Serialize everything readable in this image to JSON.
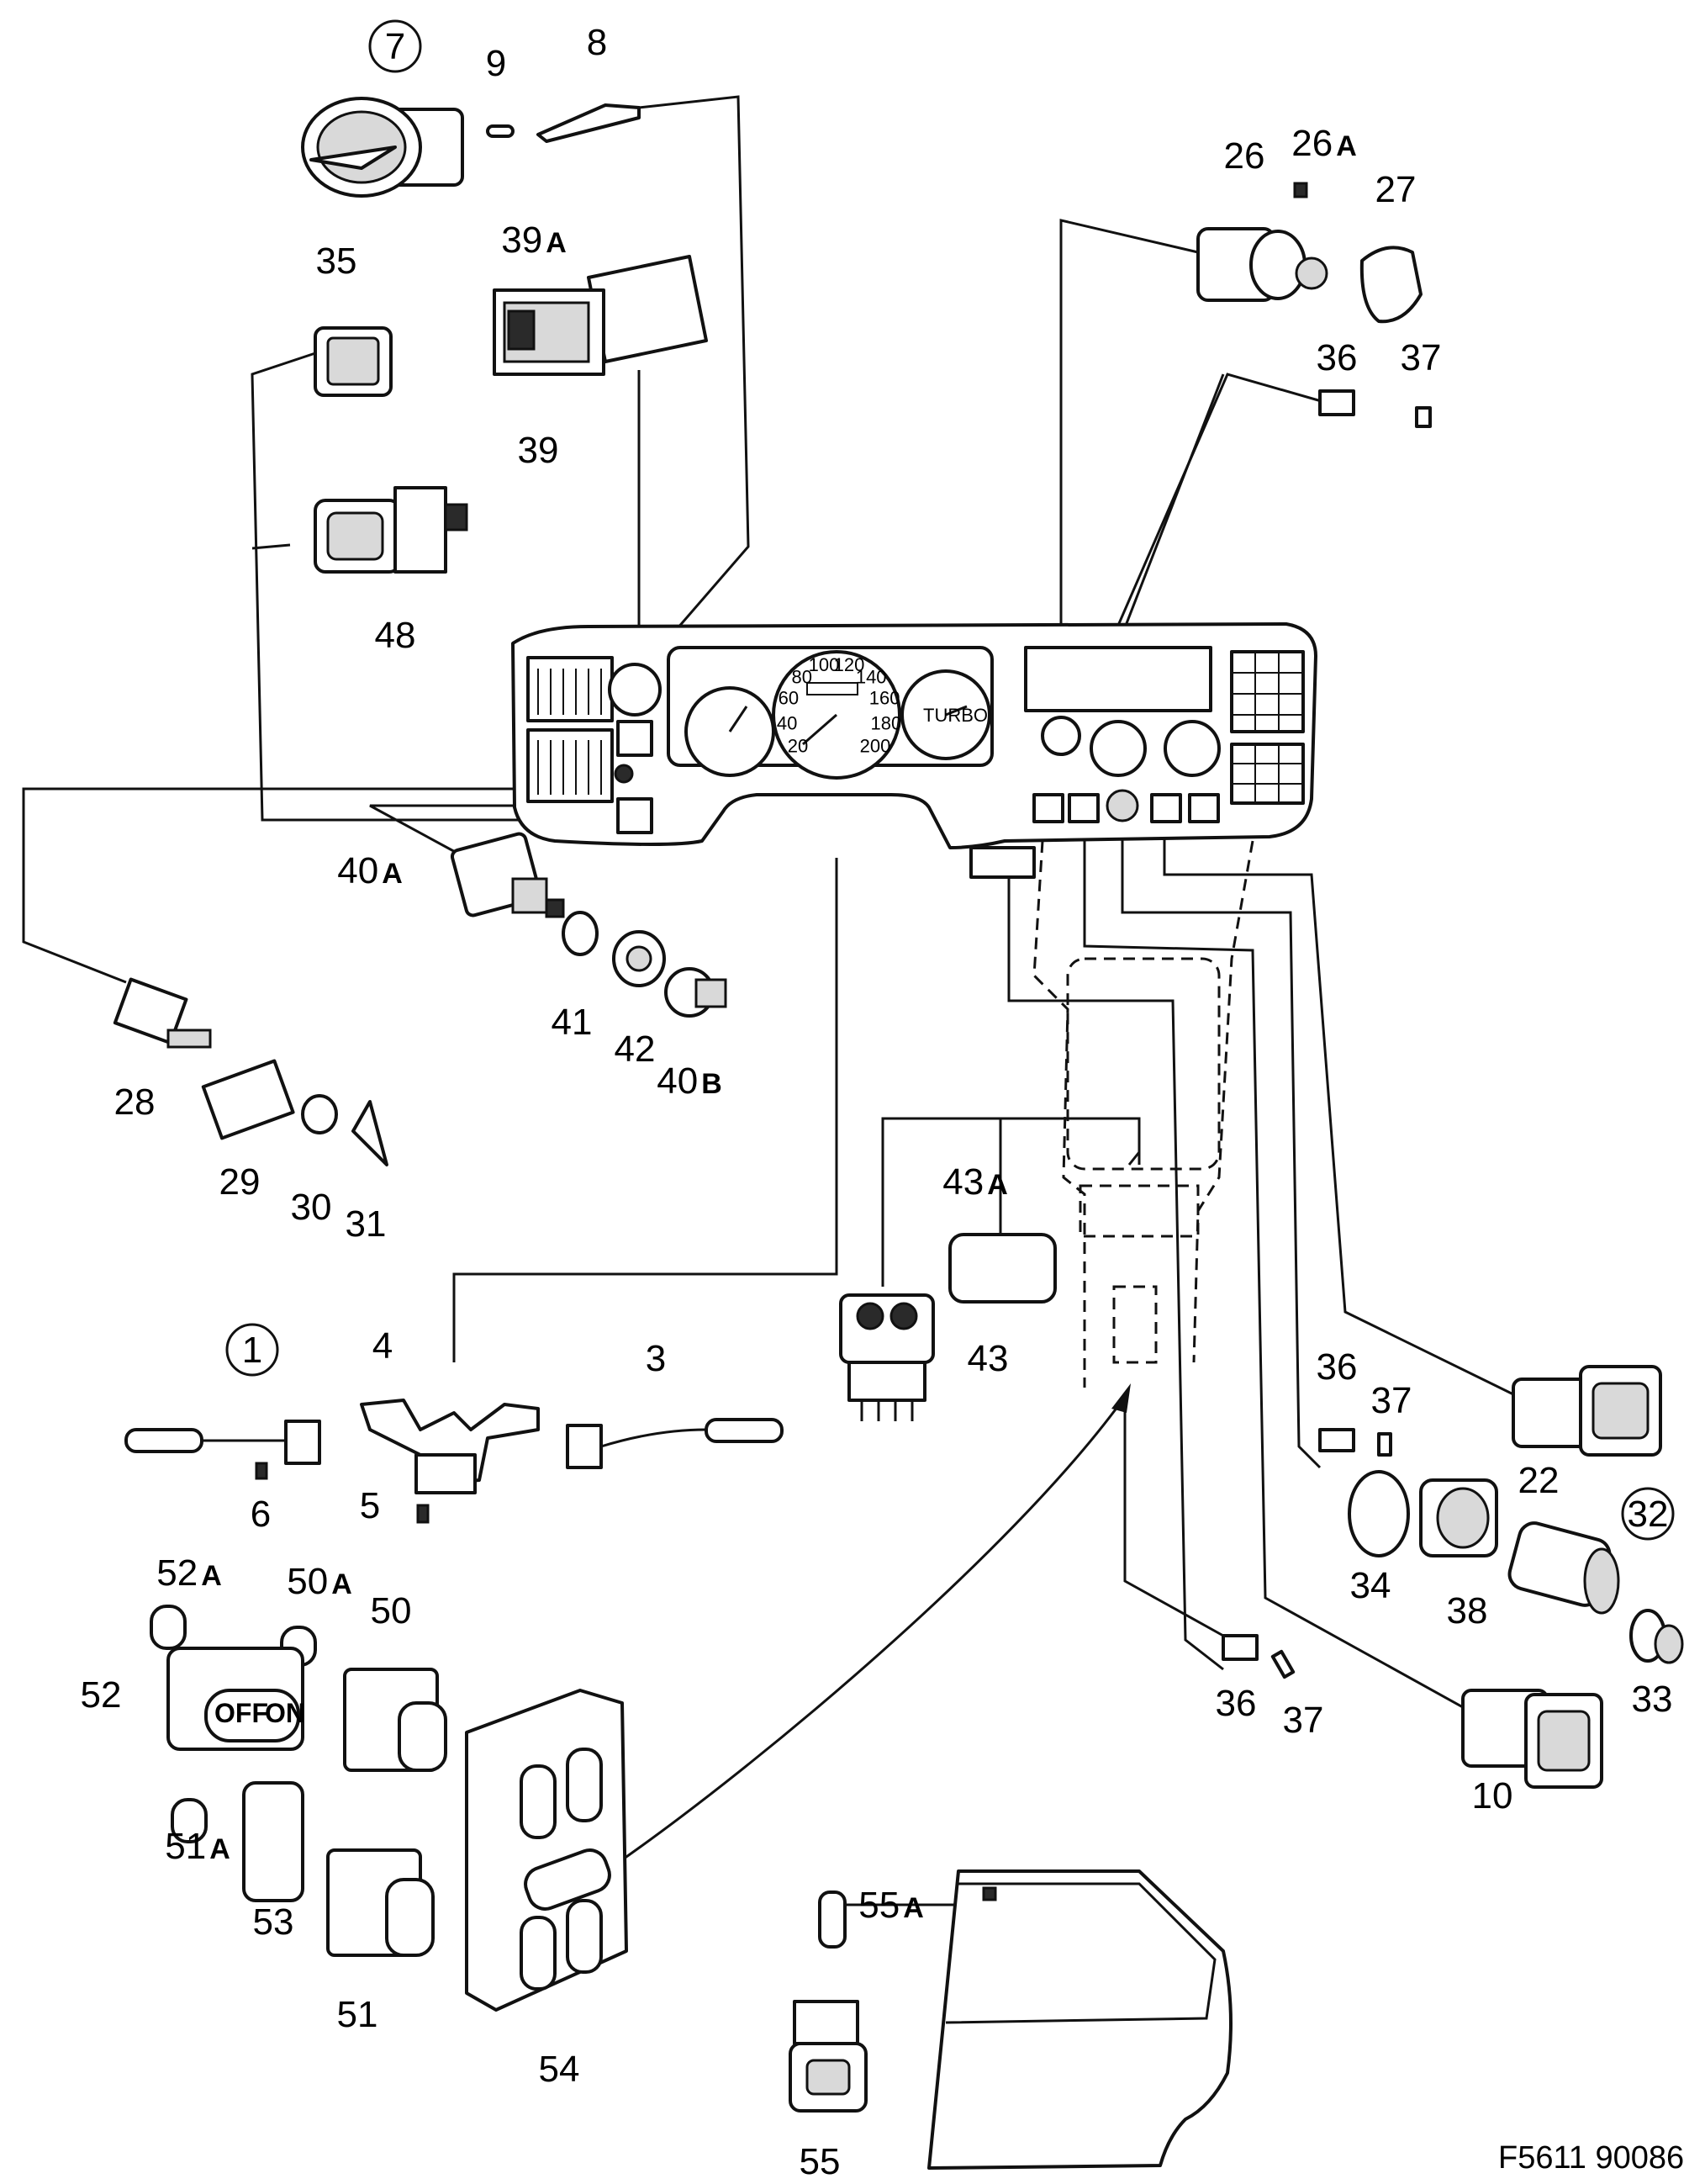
{
  "diagram": {
    "reference_code": "F5611 90086",
    "callouts": [
      {
        "id": "c7",
        "number": "7",
        "suffix": "",
        "circled": true
      },
      {
        "id": "c9",
        "number": "9",
        "suffix": "",
        "circled": false
      },
      {
        "id": "c8",
        "number": "8",
        "suffix": "",
        "circled": false
      },
      {
        "id": "c35",
        "number": "35",
        "suffix": "",
        "circled": false
      },
      {
        "id": "c39a",
        "number": "39",
        "suffix": "A",
        "circled": false
      },
      {
        "id": "c39",
        "number": "39",
        "suffix": "",
        "circled": false
      },
      {
        "id": "c48",
        "number": "48",
        "suffix": "",
        "circled": false
      },
      {
        "id": "c26",
        "number": "26",
        "suffix": "",
        "circled": false
      },
      {
        "id": "c26a",
        "number": "26",
        "suffix": "A",
        "circled": false
      },
      {
        "id": "c27",
        "number": "27",
        "suffix": "",
        "circled": false
      },
      {
        "id": "c36a",
        "number": "36",
        "suffix": "",
        "circled": false
      },
      {
        "id": "c37a",
        "number": "37",
        "suffix": "",
        "circled": false
      },
      {
        "id": "c40a",
        "number": "40",
        "suffix": "A",
        "circled": false
      },
      {
        "id": "c41",
        "number": "41",
        "suffix": "",
        "circled": false
      },
      {
        "id": "c42",
        "number": "42",
        "suffix": "",
        "circled": false
      },
      {
        "id": "c40b",
        "number": "40",
        "suffix": "B",
        "circled": false
      },
      {
        "id": "c28",
        "number": "28",
        "suffix": "",
        "circled": false
      },
      {
        "id": "c29",
        "number": "29",
        "suffix": "",
        "circled": false
      },
      {
        "id": "c30",
        "number": "30",
        "suffix": "",
        "circled": false
      },
      {
        "id": "c31",
        "number": "31",
        "suffix": "",
        "circled": false
      },
      {
        "id": "c43a",
        "number": "43",
        "suffix": "A",
        "circled": false
      },
      {
        "id": "c43",
        "number": "43",
        "suffix": "",
        "circled": false
      },
      {
        "id": "c1",
        "number": "1",
        "suffix": "",
        "circled": true
      },
      {
        "id": "c4",
        "number": "4",
        "suffix": "",
        "circled": false
      },
      {
        "id": "c3",
        "number": "3",
        "suffix": "",
        "circled": false
      },
      {
        "id": "c6",
        "number": "6",
        "suffix": "",
        "circled": false
      },
      {
        "id": "c5",
        "number": "5",
        "suffix": "",
        "circled": false
      },
      {
        "id": "c36b",
        "number": "36",
        "suffix": "",
        "circled": false
      },
      {
        "id": "c37b",
        "number": "37",
        "suffix": "",
        "circled": false
      },
      {
        "id": "c22",
        "number": "22",
        "suffix": "",
        "circled": false
      },
      {
        "id": "c32",
        "number": "32",
        "suffix": "",
        "circled": true
      },
      {
        "id": "c34",
        "number": "34",
        "suffix": "",
        "circled": false
      },
      {
        "id": "c38",
        "number": "38",
        "suffix": "",
        "circled": false
      },
      {
        "id": "c33",
        "number": "33",
        "suffix": "",
        "circled": false
      },
      {
        "id": "c36c",
        "number": "36",
        "suffix": "",
        "circled": false
      },
      {
        "id": "c37c",
        "number": "37",
        "suffix": "",
        "circled": false
      },
      {
        "id": "c10",
        "number": "10",
        "suffix": "",
        "circled": false
      },
      {
        "id": "c52a",
        "number": "52",
        "suffix": "A",
        "circled": false
      },
      {
        "id": "c50a",
        "number": "50",
        "suffix": "A",
        "circled": false
      },
      {
        "id": "c50",
        "number": "50",
        "suffix": "",
        "circled": false
      },
      {
        "id": "c52",
        "number": "52",
        "suffix": "",
        "circled": false
      },
      {
        "id": "c51a",
        "number": "51",
        "suffix": "A",
        "circled": false
      },
      {
        "id": "c53",
        "number": "53",
        "suffix": "",
        "circled": false
      },
      {
        "id": "c51",
        "number": "51",
        "suffix": "",
        "circled": false
      },
      {
        "id": "c54",
        "number": "54",
        "suffix": "",
        "circled": false
      },
      {
        "id": "c55a",
        "number": "55",
        "suffix": "A",
        "circled": false
      },
      {
        "id": "c55",
        "number": "55",
        "suffix": "",
        "circled": false
      }
    ],
    "switch_markings": {
      "off": "OFF",
      "on": "ON"
    },
    "gauge_markings": {
      "speed_ticks": [
        "20",
        "40",
        "60",
        "80",
        "100",
        "120",
        "140",
        "160",
        "180",
        "200"
      ],
      "turbo_label": "TURBO"
    }
  }
}
